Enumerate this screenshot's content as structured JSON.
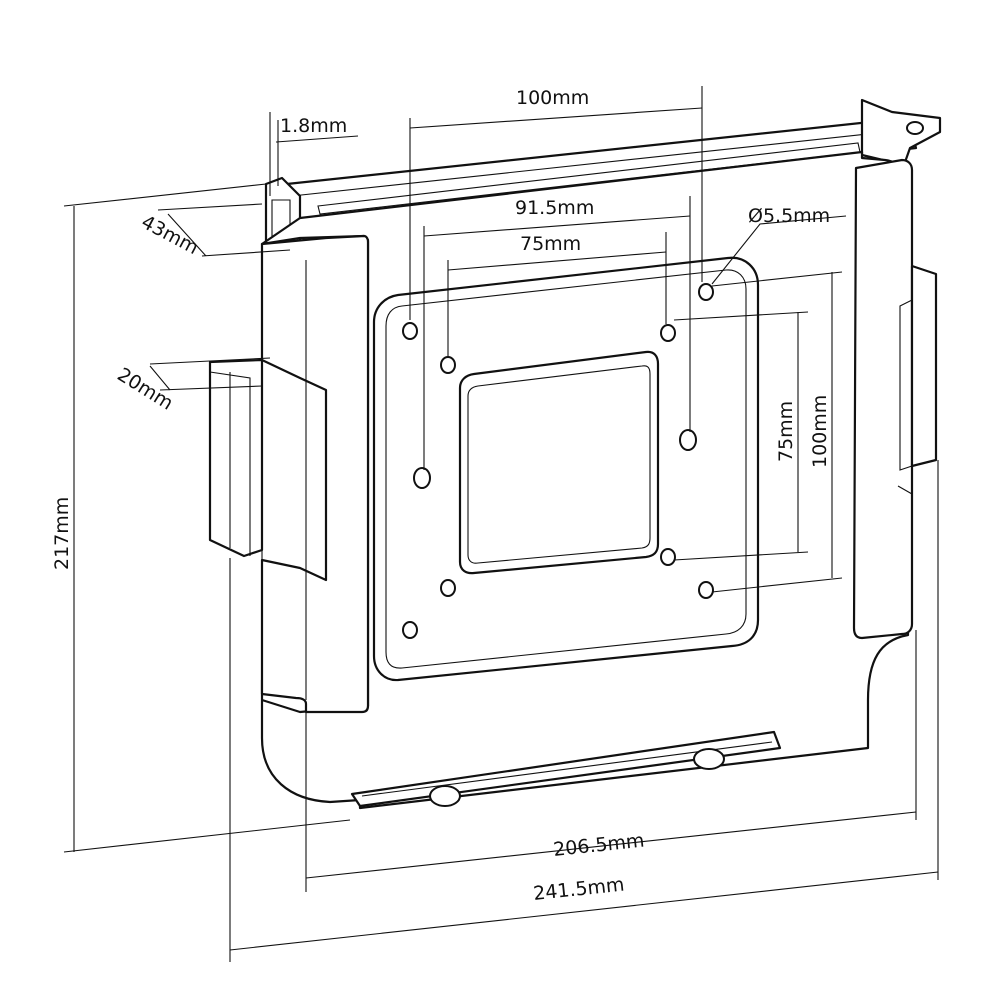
{
  "dimensions": {
    "bracket_spacing": "100mm",
    "wall_thickness": "1.8mm",
    "hole_pattern_large": "91.5mm",
    "hole_pattern_small": "75mm",
    "hole_diameter": "Ø5.5mm",
    "depth": "43mm",
    "tab_depth": "20mm",
    "vertical_small": "75mm",
    "vertical_large": "100mm",
    "height": "217mm",
    "inner_width": "206.5mm",
    "outer_width": "241.5mm"
  }
}
